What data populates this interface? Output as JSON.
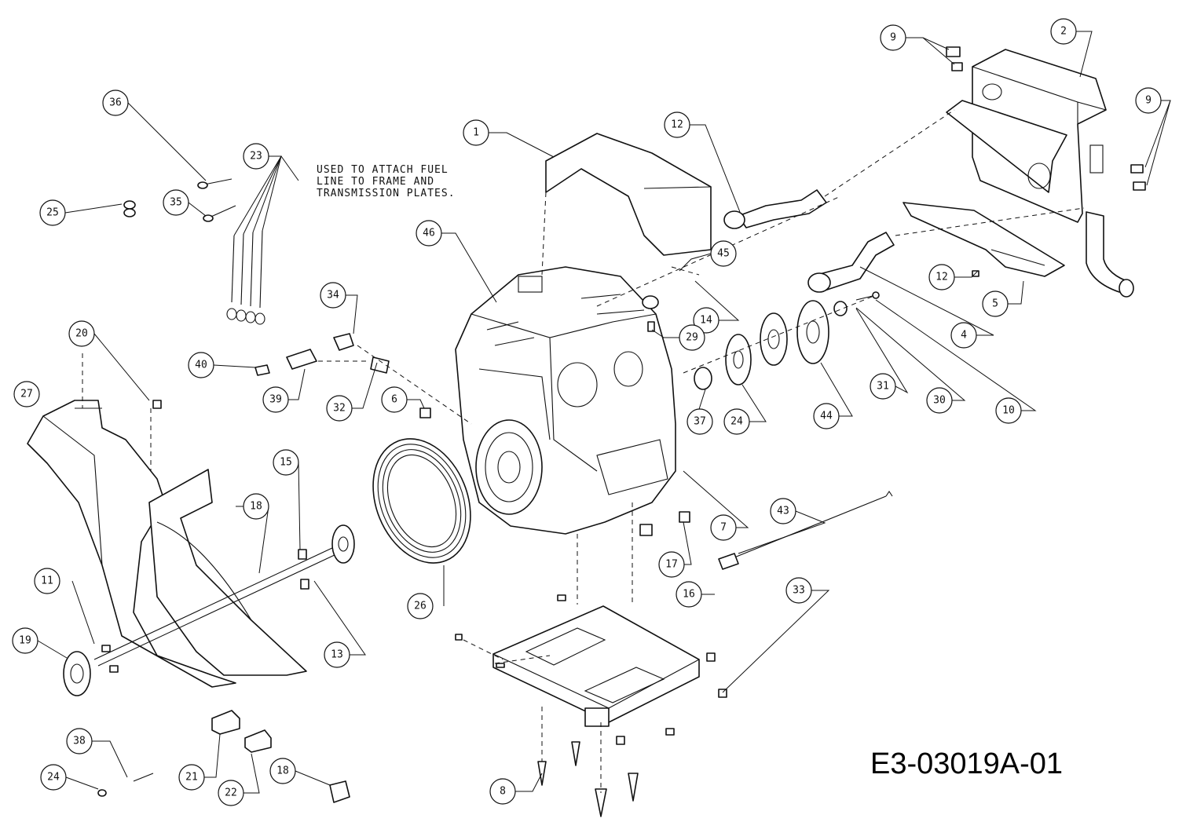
{
  "diagram": {
    "drawing_number": "E3-03019A-01",
    "note_lines": [
      "USED TO ATTACH FUEL",
      "LINE TO FRAME AND",
      "TRANSMISSION PLATES."
    ],
    "callouts": [
      "9",
      "2",
      "9",
      "36",
      "23",
      "1",
      "12",
      "25",
      "35",
      "46",
      "45",
      "12",
      "5",
      "14",
      "34",
      "29",
      "4",
      "40",
      "39",
      "32",
      "6",
      "31",
      "30",
      "10",
      "37",
      "24",
      "44",
      "20",
      "27",
      "15",
      "7",
      "43",
      "18",
      "17",
      "16",
      "26",
      "11",
      "19",
      "13",
      "33",
      "21",
      "22",
      "38",
      "24",
      "8"
    ]
  }
}
